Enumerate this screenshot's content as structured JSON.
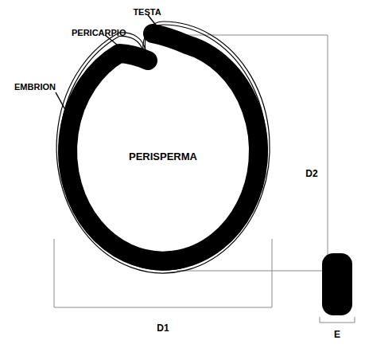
{
  "diagram": {
    "labels": [
      "TESTA",
      "PERICARPIO",
      "EMBRION",
      "PERISPERMA",
      "D2",
      "D1",
      "E"
    ]
  }
}
